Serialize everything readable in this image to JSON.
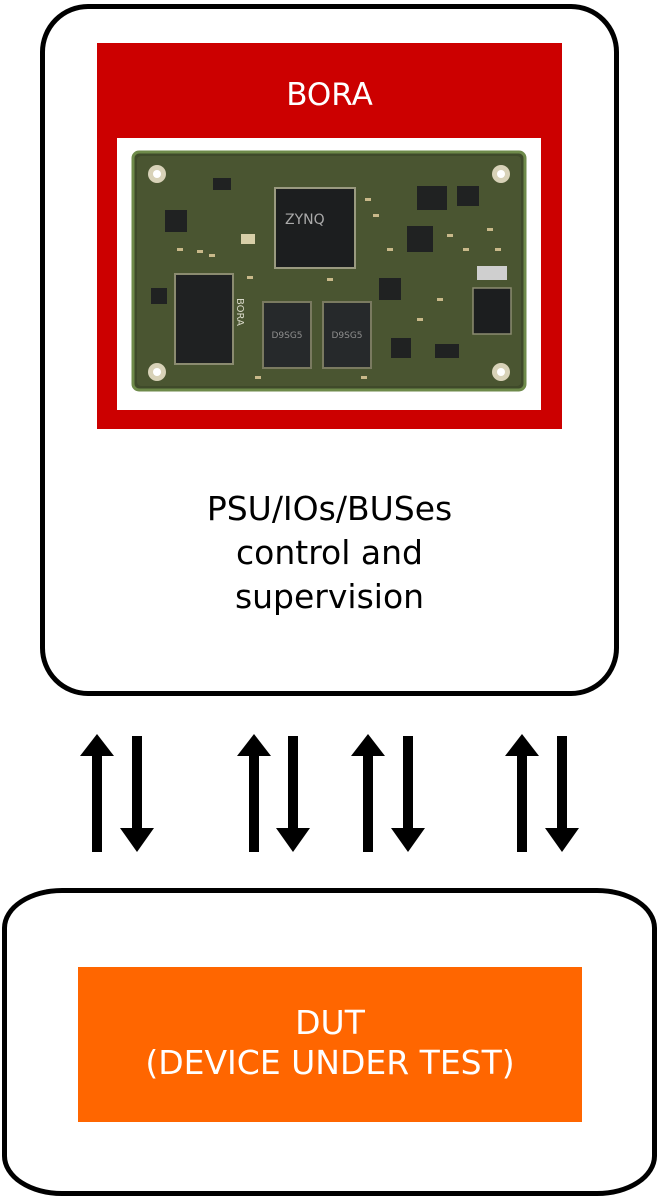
{
  "top_box": {
    "module": {
      "title": "BORA",
      "chip_labels": {
        "board_name": "BORA",
        "soc": "ZYNQ",
        "ram_a": "D9SG5",
        "ram_b": "D9SG5"
      }
    },
    "caption_lines": [
      "PSU/IOs/BUSes",
      "control and",
      "supervision"
    ]
  },
  "arrow_pairs": 4,
  "dut": {
    "lines": [
      "DUT",
      "(DEVICE UNDER TEST)"
    ]
  },
  "colors": {
    "module_red": "#cc0000",
    "dut_orange": "#ff6600",
    "pcb_green": "#3f4a2a",
    "outline": "#000000"
  }
}
